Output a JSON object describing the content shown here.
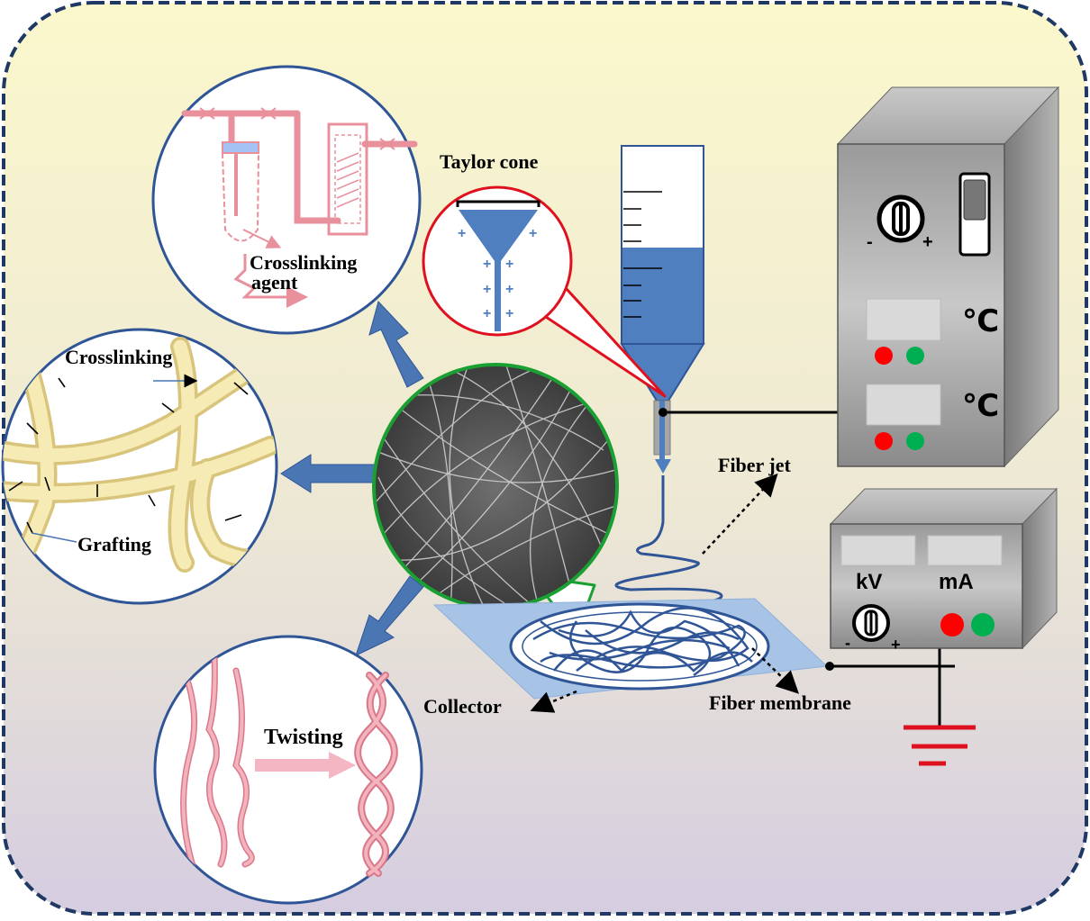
{
  "labels": {
    "taylor_cone": "Taylor cone",
    "crosslinking_agent_line1": "Crosslinking",
    "crosslinking_agent_line2": "agent",
    "crosslinking": "Crosslinking",
    "grafting": "Grafting",
    "twisting": "Twisting",
    "fiber_jet": "Fiber  jet",
    "collector": "Collector",
    "fiber_membrane": "Fiber  membrane"
  },
  "heater_controller": {
    "knob_minus": "-",
    "knob_plus": "+",
    "unit_1": "℃",
    "unit_2": "℃"
  },
  "power_supply": {
    "display_1_unit": "kV",
    "display_2_unit": "mA",
    "knob_minus": "-",
    "knob_plus": "+"
  },
  "colors": {
    "frame_border": "#1f3864",
    "background_top": "#fbf8cc",
    "background_bottom": "#d5cde0",
    "arrow_blue": "#4a76b4",
    "fluid_blue": "#4f7fbe",
    "fiber_pink": "#e8909c",
    "fiber_yellow": "#f1e3a6",
    "callout_red": "#e0111f",
    "callout_green": "#1aa032",
    "led_red": "#ff0000",
    "led_green": "#00b050",
    "ground_red": "#e0111f"
  }
}
